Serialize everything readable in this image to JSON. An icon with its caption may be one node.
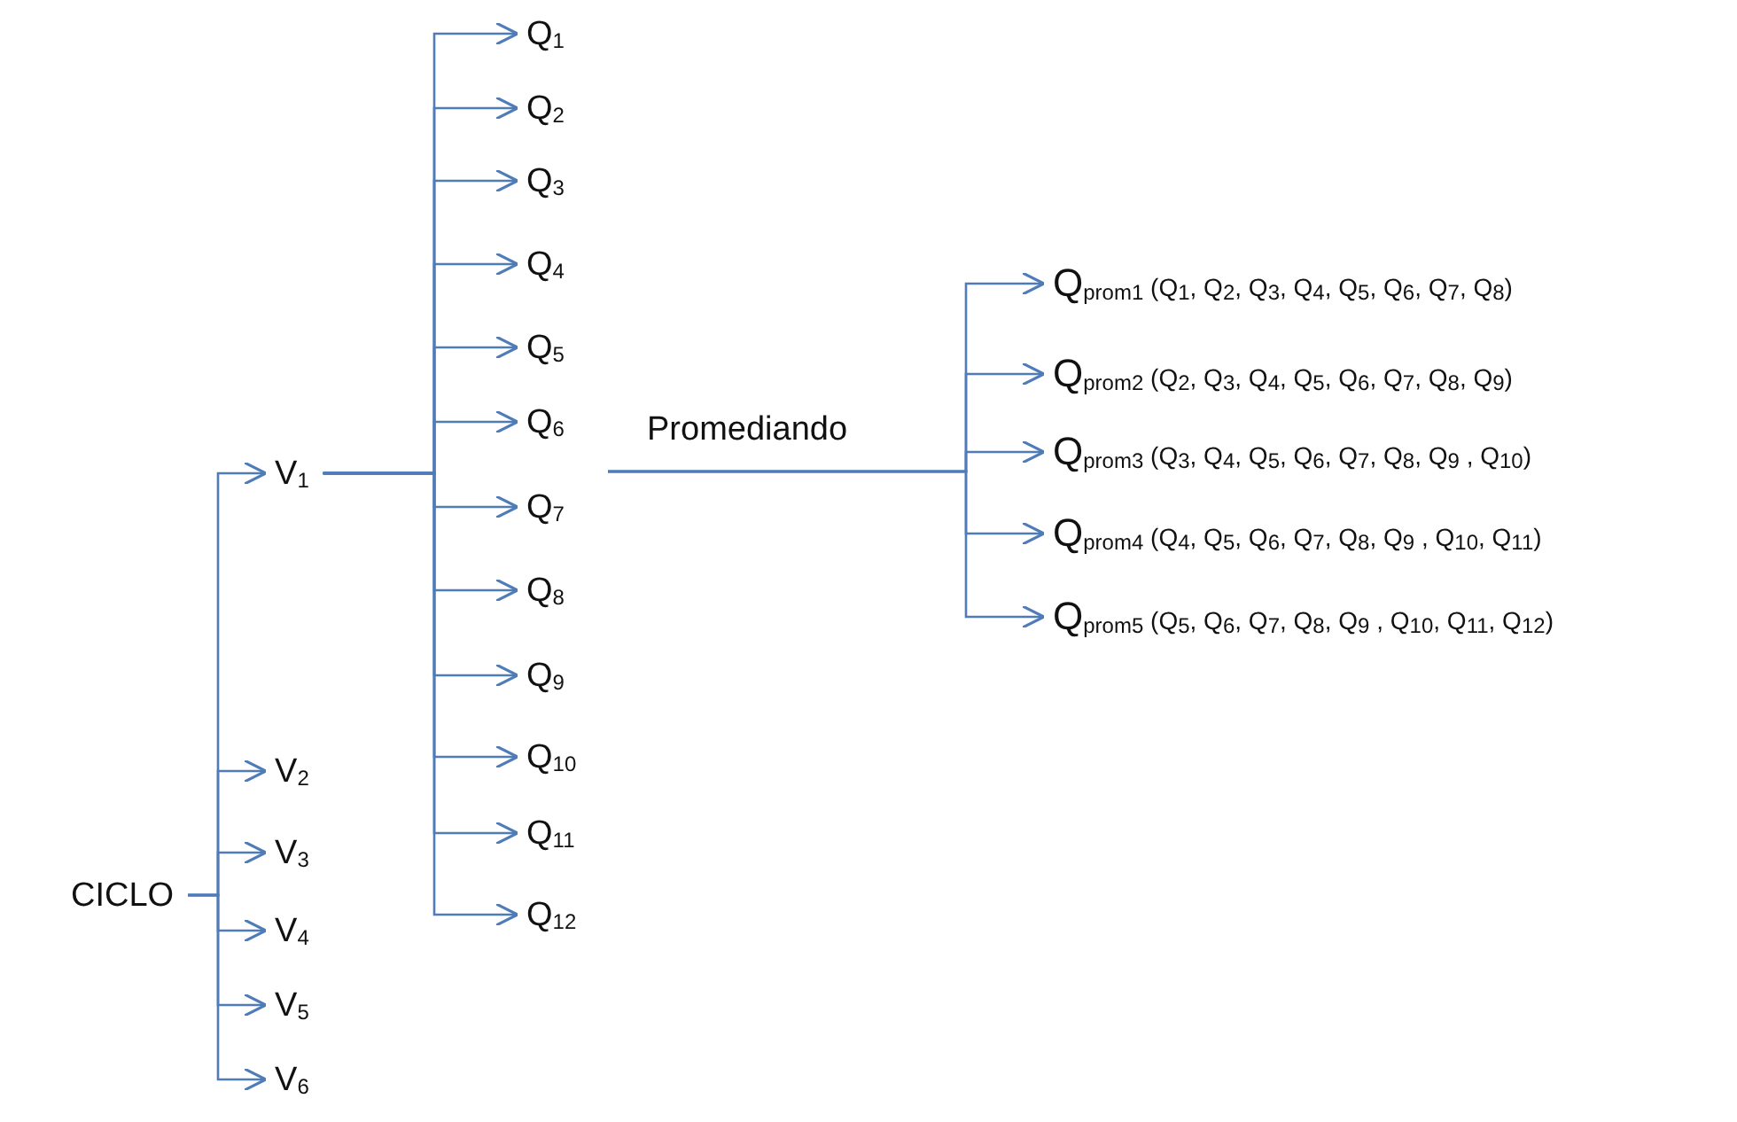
{
  "diagram": {
    "nodes": [
      {
        "text": [
          "CICLO"
        ]
      },
      {
        "text": [
          "V$_{1}$"
        ]
      },
      {
        "text": [
          "V$_{2}$"
        ]
      },
      {
        "text": [
          "V$_{3}$"
        ]
      },
      {
        "text": [
          "V$_{4}$"
        ]
      },
      {
        "text": [
          "V$_{5}$"
        ]
      },
      {
        "text": [
          "V$_{6}$"
        ]
      },
      {
        "text": [
          "Q$_{1}$"
        ]
      },
      {
        "text": [
          "Q$_{2}$"
        ]
      },
      {
        "text": [
          "Q$_{3}$"
        ]
      },
      {
        "text": [
          "Q$_{4}$"
        ]
      },
      {
        "text": [
          "Q$_{5}$"
        ]
      },
      {
        "text": [
          "Q$_{6}$"
        ]
      },
      {
        "text": [
          "Q$_{7}$"
        ]
      },
      {
        "text": [
          "Q$_{8}$"
        ]
      },
      {
        "text": [
          "Q$_{9}$"
        ]
      },
      {
        "text": [
          "Q$_{10}$"
        ]
      },
      {
        "text": [
          "Q$_{11}$"
        ]
      },
      {
        "text": [
          "Q$_{12}$"
        ]
      },
      {
        "text": [
          "Promediando"
        ]
      },
      {
        "text": [
          "Q$_{prom1}$ (Q$_{1}$, Q$_{2}$, Q$_{3}$, Q$_{4}$, Q$_{5}$, Q$_{6}$, Q$_{7}$, Q$_{8}$)"
        ]
      },
      {
        "text": [
          "Q$_{prom2}$ (Q$_{2}$, Q$_{3}$, Q$_{4}$, Q$_{5}$, Q$_{6}$, Q$_{7}$, Q$_{8}$, Q$_{9}$)"
        ]
      },
      {
        "text": [
          "Q$_{prom3}$ (Q$_{3}$, Q$_{4}$, Q$_{5}$, Q$_{6}$, Q$_{7}$, Q$_{8}$, Q$_{9}$ , Q$_{10}$)"
        ]
      },
      {
        "text": [
          "Q$_{prom4}$ (Q$_{4}$, Q$_{5}$, Q$_{6}$, Q$_{7}$, Q$_{8}$, Q$_{9}$ , Q$_{10}$, Q$_{11}$)"
        ]
      },
      {
        "text": [
          "Q$_{prom5}$ (Q$_{5}$, Q$_{6}$, Q$_{7}$, Q$_{8}$, Q$_{9}$ , Q$_{10}$, Q$_{11}$, Q$_{12}$)"
        ]
      }
    ],
    "edges": [
      {
        "from": 0,
        "to": 1,
        "arrow": "to"
      },
      {
        "from": 0,
        "to": 2,
        "arrow": "to"
      },
      {
        "from": 0,
        "to": 3,
        "arrow": "to"
      },
      {
        "from": 0,
        "to": 4,
        "arrow": "to"
      },
      {
        "from": 0,
        "to": 5,
        "arrow": "to"
      },
      {
        "from": 0,
        "to": 6,
        "arrow": "to"
      },
      {
        "from": 1,
        "to": 7,
        "arrow": "to"
      },
      {
        "from": 1,
        "to": 8,
        "arrow": "to"
      },
      {
        "from": 1,
        "to": 9,
        "arrow": "to"
      },
      {
        "from": 1,
        "to": 10,
        "arrow": "to"
      },
      {
        "from": 1,
        "to": 11,
        "arrow": "to"
      },
      {
        "from": 1,
        "to": 12,
        "arrow": "to"
      },
      {
        "from": 1,
        "to": 13,
        "arrow": "to"
      },
      {
        "from": 1,
        "to": 14,
        "arrow": "to"
      },
      {
        "from": 1,
        "to": 15,
        "arrow": "to"
      },
      {
        "from": 1,
        "to": 16,
        "arrow": "to"
      },
      {
        "from": 1,
        "to": 17,
        "arrow": "to"
      },
      {
        "from": 1,
        "to": 18,
        "arrow": "to"
      },
      {
        "from": 19,
        "to": 20,
        "arrow": "to"
      },
      {
        "from": 19,
        "to": 21,
        "arrow": "to"
      },
      {
        "from": 19,
        "to": 22,
        "arrow": "to"
      },
      {
        "from": 19,
        "to": 23,
        "arrow": "to"
      },
      {
        "from": 19,
        "to": 24,
        "arrow": "to"
      }
    ]
  }
}
